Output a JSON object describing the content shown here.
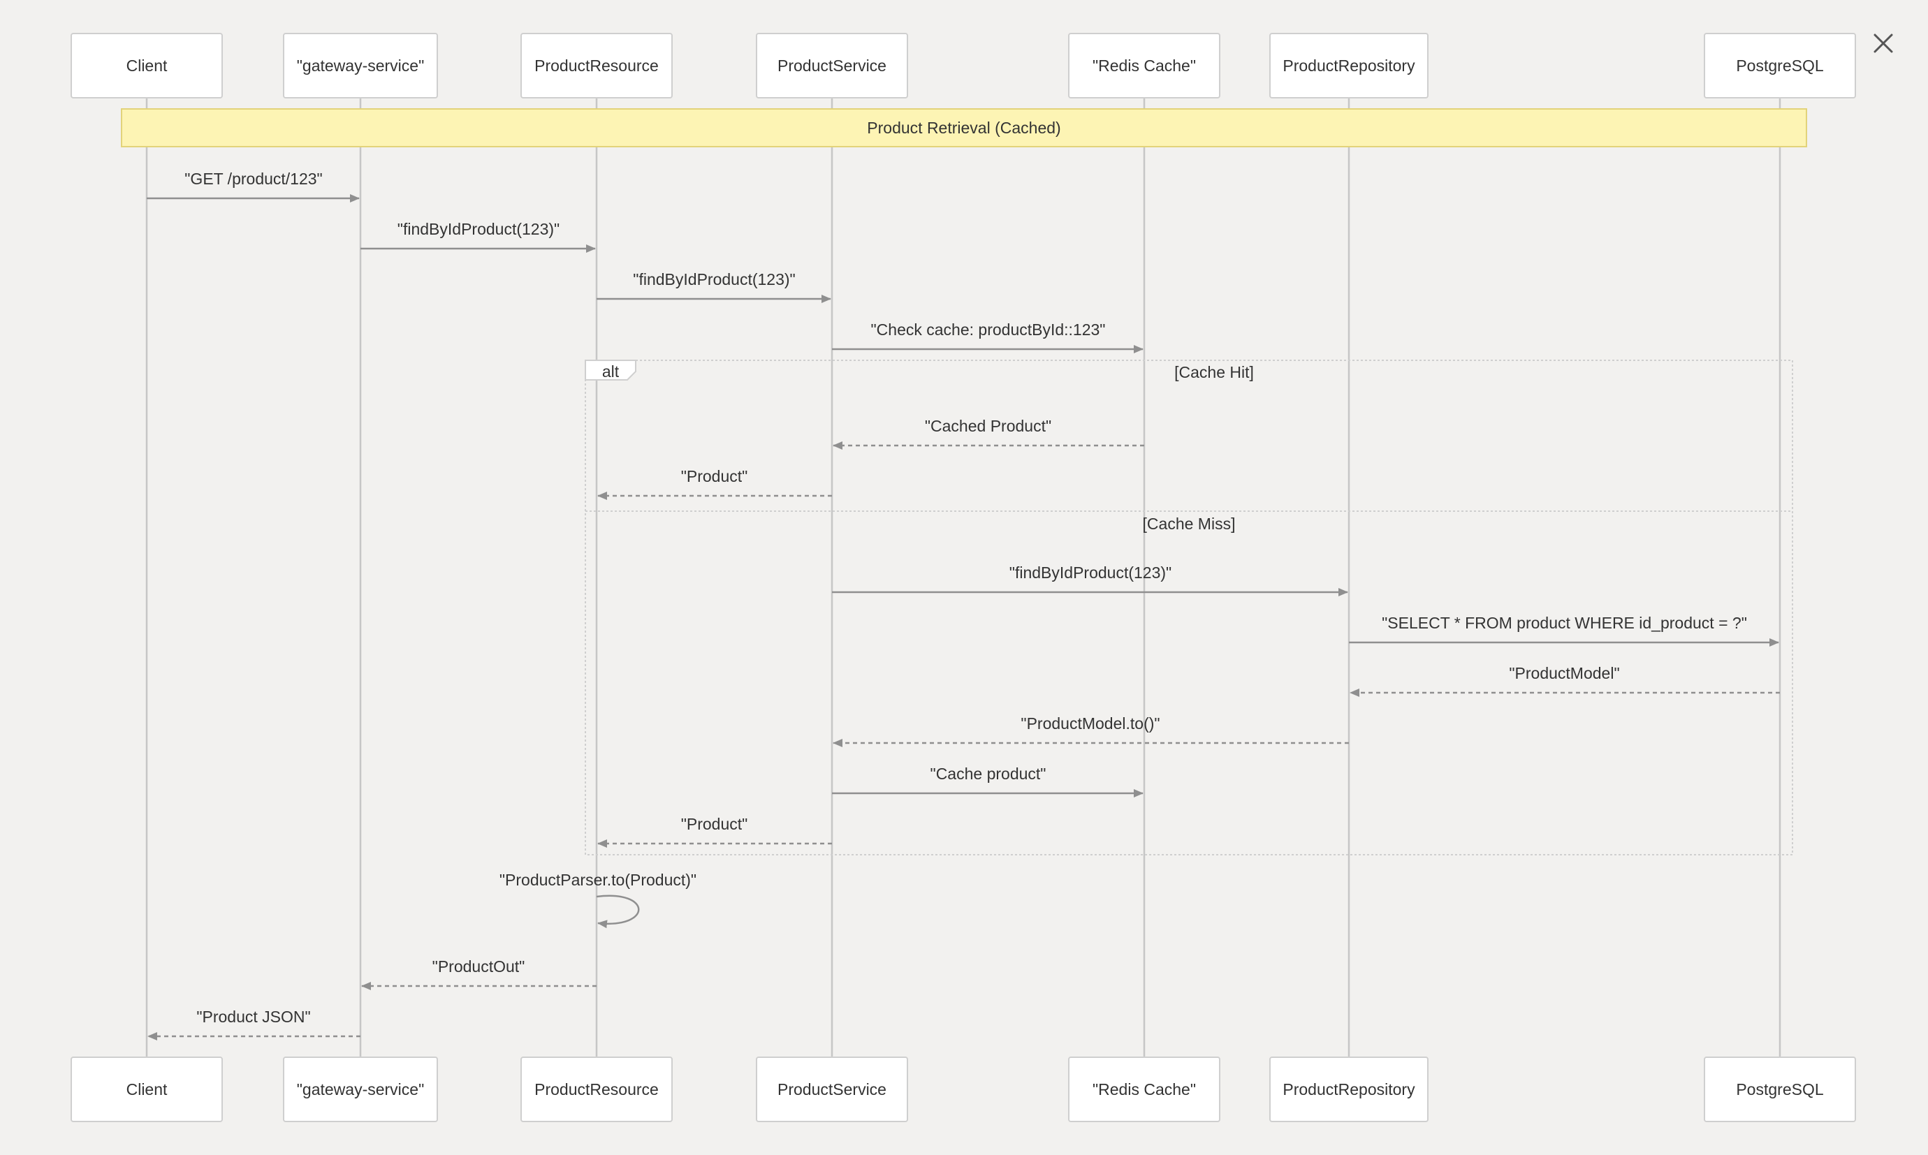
{
  "participants": [
    {
      "id": "client",
      "label": "Client"
    },
    {
      "id": "gateway",
      "label": "\"gateway-service\""
    },
    {
      "id": "resource",
      "label": "ProductResource"
    },
    {
      "id": "service",
      "label": "ProductService"
    },
    {
      "id": "redis",
      "label": "\"Redis Cache\""
    },
    {
      "id": "repo",
      "label": "ProductRepository"
    },
    {
      "id": "postgres",
      "label": "PostgreSQL"
    }
  ],
  "note": {
    "text": "Product Retrieval (Cached)"
  },
  "alt": {
    "label": "alt",
    "sections": [
      {
        "condition": "[Cache Hit]"
      },
      {
        "condition": "[Cache Miss]"
      }
    ]
  },
  "messages": [
    {
      "from": "client",
      "to": "gateway",
      "text": "\"GET /product/123\"",
      "style": "solid"
    },
    {
      "from": "gateway",
      "to": "resource",
      "text": "\"findByIdProduct(123)\"",
      "style": "solid"
    },
    {
      "from": "resource",
      "to": "service",
      "text": "\"findByIdProduct(123)\"",
      "style": "solid"
    },
    {
      "from": "service",
      "to": "redis",
      "text": "\"Check cache: productById::123\"",
      "style": "solid"
    },
    {
      "from": "redis",
      "to": "service",
      "text": "\"Cached Product\"",
      "style": "dashed"
    },
    {
      "from": "service",
      "to": "resource",
      "text": "\"Product\"",
      "style": "dashed"
    },
    {
      "from": "service",
      "to": "repo",
      "text": "\"findByIdProduct(123)\"",
      "style": "solid"
    },
    {
      "from": "repo",
      "to": "postgres",
      "text": "\"SELECT * FROM product WHERE id_product = ?\"",
      "style": "solid"
    },
    {
      "from": "postgres",
      "to": "repo",
      "text": "\"ProductModel\"",
      "style": "dashed"
    },
    {
      "from": "repo",
      "to": "service",
      "text": "\"ProductModel.to()\"",
      "style": "dashed"
    },
    {
      "from": "service",
      "to": "redis",
      "text": "\"Cache product\"",
      "style": "solid"
    },
    {
      "from": "service",
      "to": "resource",
      "text": "\"Product\"",
      "style": "dashed"
    },
    {
      "from": "resource",
      "to": "resource",
      "text": "\"ProductParser.to(Product)\"",
      "style": "solid"
    },
    {
      "from": "resource",
      "to": "gateway",
      "text": "\"ProductOut\"",
      "style": "dashed"
    },
    {
      "from": "gateway",
      "to": "client",
      "text": "\"Product JSON\"",
      "style": "dashed"
    }
  ],
  "colors": {
    "background": "#f2f1ef",
    "box_fill": "#ffffff",
    "box_stroke": "#cfcfcf",
    "lifeline": "#c6c6c6",
    "arrow": "#8f8f8f",
    "note_fill": "#fdf4b4",
    "note_stroke": "#e2d37a",
    "text": "#333333",
    "alt_border": "#cfcfcf"
  },
  "icons": {
    "close": "close-icon"
  }
}
